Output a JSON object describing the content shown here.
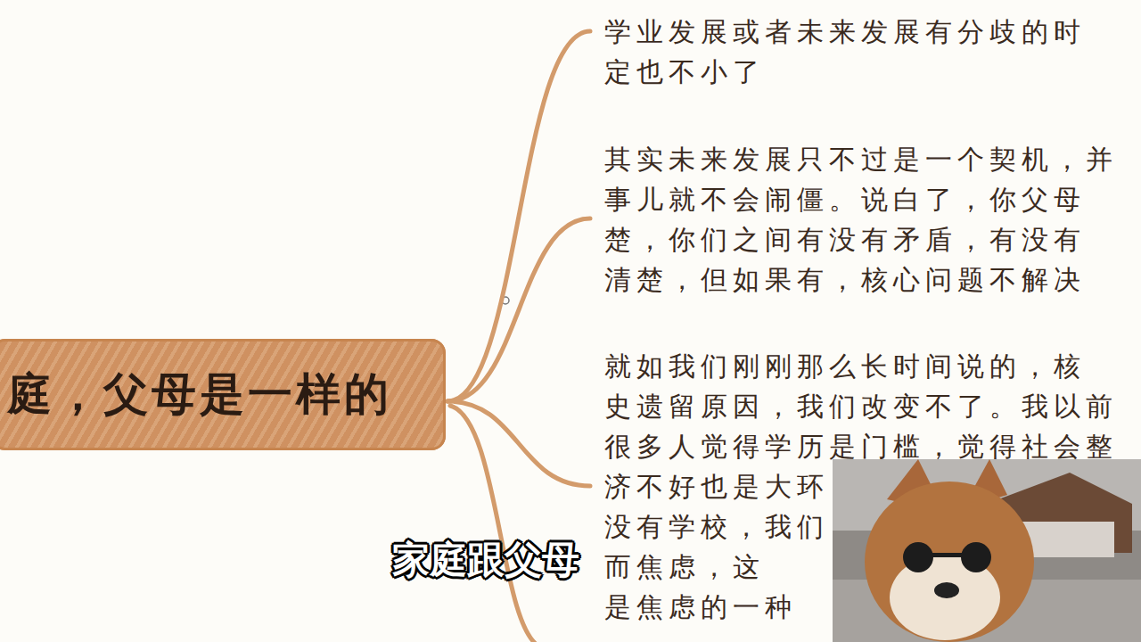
{
  "diagram": {
    "nodes": [
      {
        "text": [
          "庭，父母是一样的"
        ]
      },
      {
        "text": [
          "学业发展或者未来发展有分歧的时 定也不小了"
        ]
      },
      {
        "text": [
          "其实未来发展只不过是一个契机，并 事儿就不会闹僵。说白了，你父母 楚，你们之间有没有矛盾，有没有 清楚，但如果有，核心问题不解决"
        ]
      },
      {
        "text": [
          "就如我们刚刚那么长时间说的，核 史遗留原因，我们改变不了。我以前 很多人觉得学历是门槛，觉得社会整 济不好也是大环 没有学校，我们 而焦虑，这 是焦虑的一种"
        ]
      }
    ],
    "edges": [
      {
        "from": 0,
        "to": 1,
        "arrow": "none"
      },
      {
        "from": 0,
        "to": 2,
        "arrow": "none"
      },
      {
        "from": 0,
        "to": 3,
        "arrow": "none"
      }
    ],
    "labels": [
      "家庭跟父母"
    ]
  }
}
